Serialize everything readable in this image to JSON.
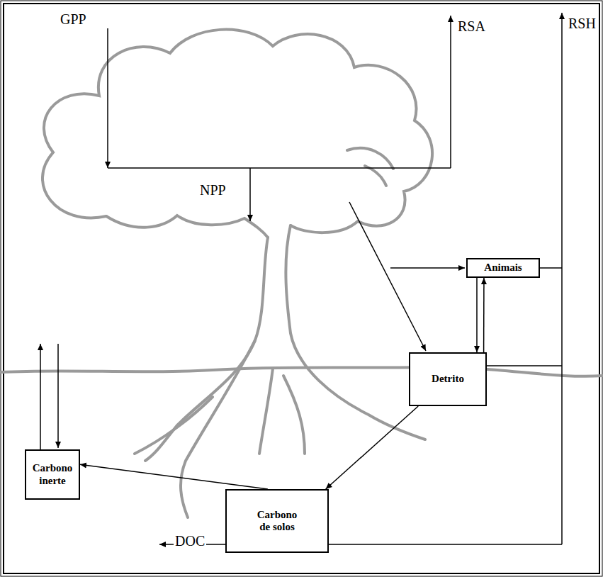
{
  "diagram": {
    "nodes": [
      {
        "text": [
          "Animais"
        ]
      },
      {
        "text": [
          "Detrito"
        ]
      },
      {
        "text": [
          "Carbono inerte"
        ]
      },
      {
        "text": [
          "Carbono de solos"
        ]
      }
    ],
    "edges": [
      {
        "from": 0,
        "to": 1,
        "arrow": "to"
      },
      {
        "from": 1,
        "to": 0,
        "arrow": "to"
      },
      {
        "from": 1,
        "to": 3,
        "arrow": "to"
      },
      {
        "from": 3,
        "to": 2,
        "arrow": "to"
      }
    ],
    "labels": [
      "GPP",
      "RSA",
      "RSH",
      "NPP",
      "DOC"
    ]
  }
}
